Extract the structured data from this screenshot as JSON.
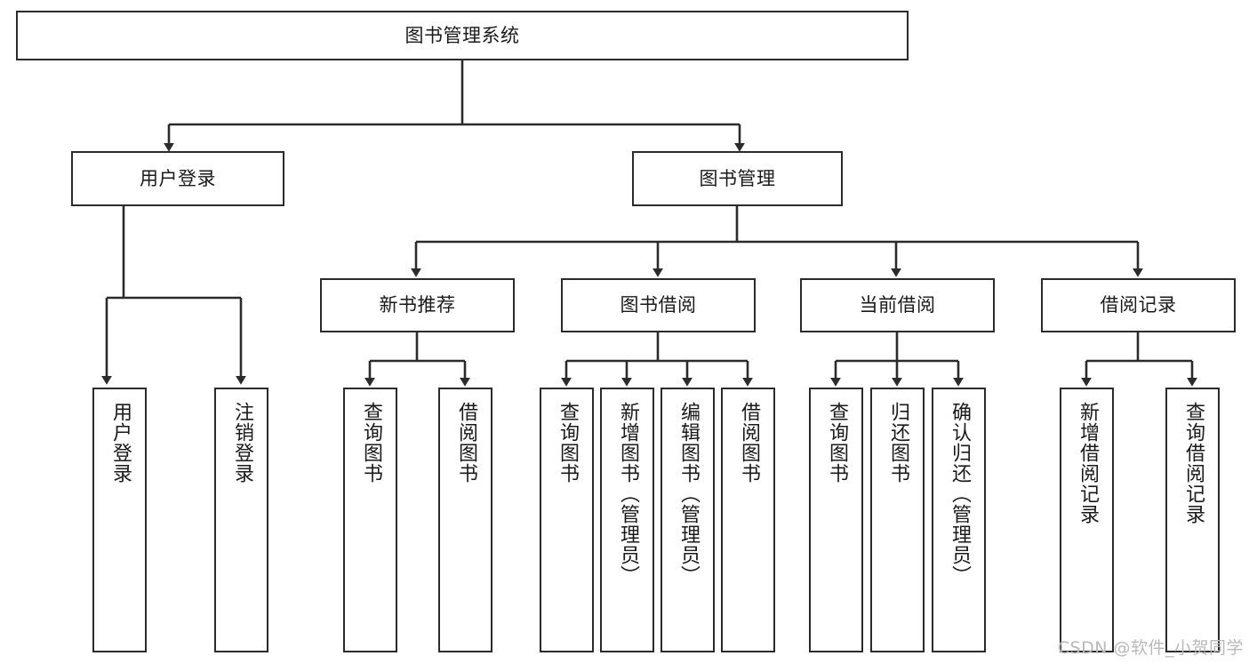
{
  "diagram": {
    "type": "tree-hierarchy",
    "title": "图书管理系统",
    "root": {
      "label": "图书管理系统"
    },
    "level2": [
      {
        "label": "用户登录"
      },
      {
        "label": "图书管理"
      }
    ],
    "level3": [
      {
        "label": "新书推荐"
      },
      {
        "label": "图书借阅"
      },
      {
        "label": "当前借阅"
      },
      {
        "label": "借阅记录"
      }
    ],
    "leaves": {
      "user_login": [
        {
          "label": "用户登录"
        },
        {
          "label": "注销登录"
        }
      ],
      "new_book_recommend": [
        {
          "label": "查询图书"
        },
        {
          "label": "借阅图书"
        }
      ],
      "book_borrow": [
        {
          "label": "查询图书"
        },
        {
          "label": "新增图书（管理员）"
        },
        {
          "label": "编辑图书（管理员）"
        },
        {
          "label": "借阅图书"
        }
      ],
      "current_borrow": [
        {
          "label": "查询图书"
        },
        {
          "label": "归还图书"
        },
        {
          "label": "确认归还（管理员）"
        }
      ],
      "borrow_records": [
        {
          "label": "新增借阅记录"
        },
        {
          "label": "查询借阅记录"
        }
      ]
    }
  },
  "watermark": {
    "text": "CSDN @软件_小贺同学"
  },
  "colors": {
    "stroke": "#2b2b2b",
    "background": "#ffffff",
    "text": "#1a1a1a",
    "watermark": "#b9b9b9"
  }
}
